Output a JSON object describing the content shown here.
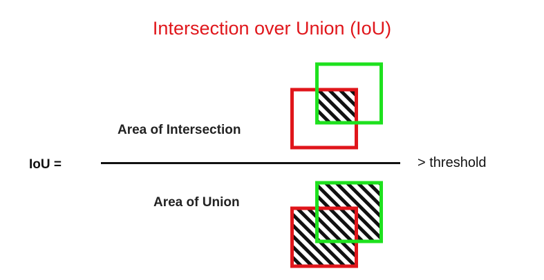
{
  "title": "Intersection over Union (IoU)",
  "formula": {
    "lhs": "IoU =",
    "numerator": "Area of Intersection",
    "denominator": "Area of Union",
    "comparison": "> threshold"
  },
  "colors": {
    "title": "#e0161b",
    "box_a": "#e0161b",
    "box_b": "#1ee11e",
    "hatch": "#111111"
  }
}
